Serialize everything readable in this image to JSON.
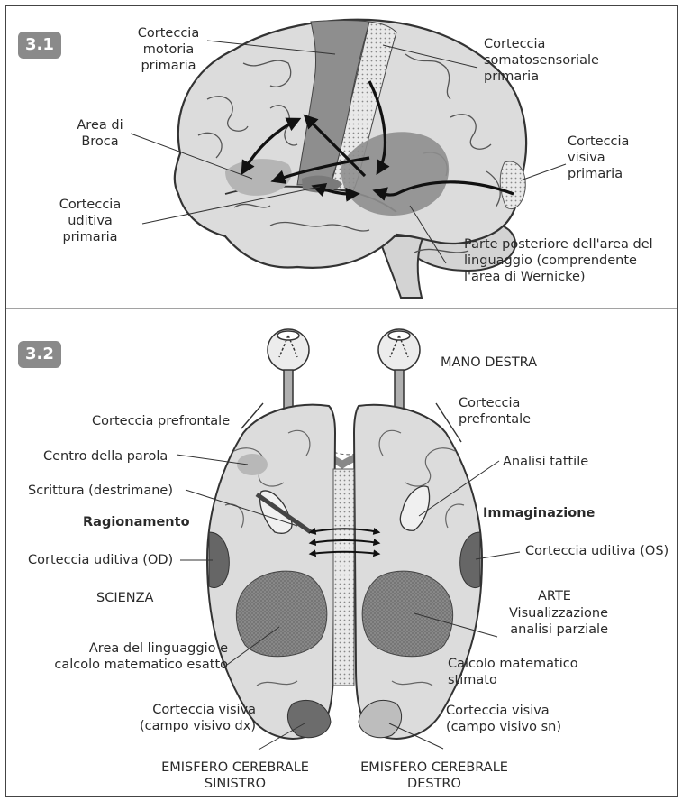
{
  "panel1": {
    "badge": "3.1",
    "labels": {
      "motor": "Corteccia\nmotoria\nprimaria",
      "somato": "Corteccia\nsomatosensoriale\nprimaria",
      "broca": "Area di\nBroca",
      "visual": "Corteccia\nvisiva\nprimaria",
      "auditory": "Corteccia\nuditiva\nprimaria",
      "wernicke": "Parte posteriore dell'area del\nlinguaggio (comprendente\nl'area di Wernicke)"
    }
  },
  "panel2": {
    "badge": "3.2",
    "labels": {
      "right_hand": "MANO DESTRA",
      "prefrontal_left": "Corteccia prefrontale",
      "prefrontal_right": "Corteccia\nprefrontale",
      "speech_center": "Centro della parola",
      "tactile": "Analisi tattile",
      "writing": "Scrittura (destrimane)",
      "reasoning": "Ragionamento",
      "imagination": "Immaginazione",
      "aud_od": "Corteccia uditiva (OD)",
      "aud_os": "Corteccia uditiva (OS)",
      "science": "SCIENZA",
      "art": "ARTE",
      "visualization": "Visualizzazione\nanalisi parziale",
      "language_math": "Area del linguaggio e\ncalcolo matematico esatto",
      "estimate": "Calcolo matematico\nstimato",
      "visual_dx": "Corteccia visiva\n(campo visivo dx)",
      "visual_sn": "Corteccia visiva\n(campo visivo sn)",
      "left_hemi": "EMISFERO CEREBRALE\nSINISTRO",
      "right_hemi": "EMISFERO CEREBRALE\nDESTRO"
    }
  },
  "colors": {
    "brain_fill": "#dadada",
    "dark_area": "#8c8c8c",
    "medium_area": "#b3b3b3",
    "badge": "#8a8a8a"
  }
}
